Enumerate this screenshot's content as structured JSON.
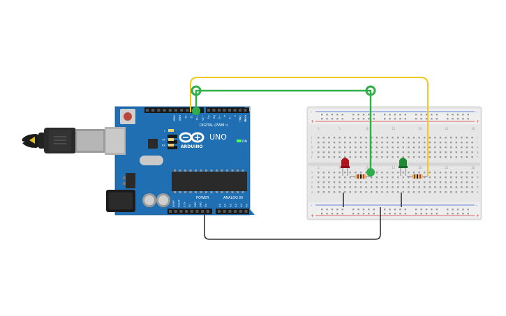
{
  "board": {
    "brand": "ARDUINO",
    "model": "UNO",
    "digital_label": "DIGITAL (PWM~)",
    "power_label": "POWER",
    "analog_label": "ANALOG IN",
    "on_label": "ON",
    "tx_label": "TX",
    "rx_label": "RX",
    "l_label": "L",
    "digital_pins": [
      "AREF",
      "GND",
      "13",
      "12",
      "~11",
      "~10",
      "~9",
      "8",
      "7",
      "~6",
      "~5",
      "4",
      "~3",
      "2",
      "TX▶1",
      "RX◀0"
    ],
    "power_pins": [
      "IOREF",
      "RESET",
      "3.3V",
      "5V",
      "GND",
      "GND",
      "Vin"
    ],
    "analog_pins": [
      "A0",
      "A1",
      "A2",
      "A3",
      "A4",
      "A5"
    ]
  },
  "breadboard": {
    "row_letters": [
      "a",
      "b",
      "c",
      "d",
      "e",
      "f",
      "g",
      "h",
      "i",
      "j"
    ],
    "column_numbers": [
      "1",
      "5",
      "10",
      "15",
      "20",
      "25",
      "30"
    ]
  },
  "colors": {
    "board_blue": "#1f6fb2",
    "wire_yellow": "#f2c81c",
    "wire_green": "#2fae4a",
    "wire_black": "#333333",
    "led_red": "#b0141c",
    "led_green": "#1e8a34",
    "rail_red": "#d23a3a",
    "rail_blue": "#3a5fd2"
  }
}
